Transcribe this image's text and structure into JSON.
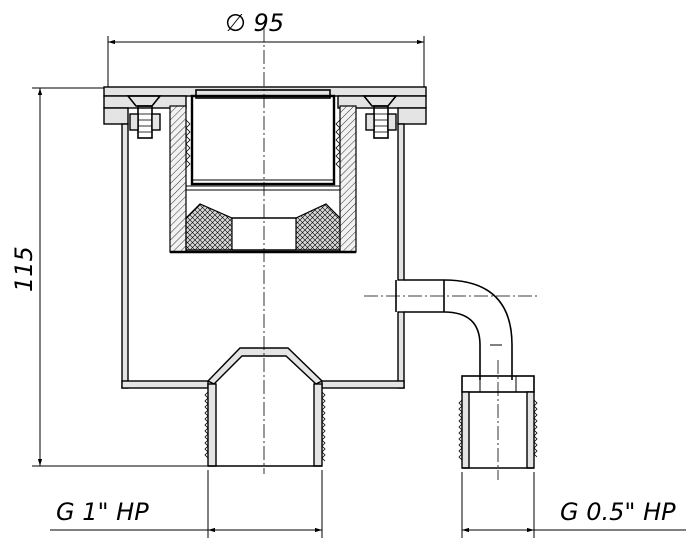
{
  "labels": {
    "diameter": "∅ 95",
    "height": "115",
    "thread_main": "G 1\" НР",
    "thread_branch": "G 0.5\" НР"
  },
  "colors": {
    "line": "#000000",
    "section_fill": "#e4e4e4",
    "background": "#ffffff"
  }
}
